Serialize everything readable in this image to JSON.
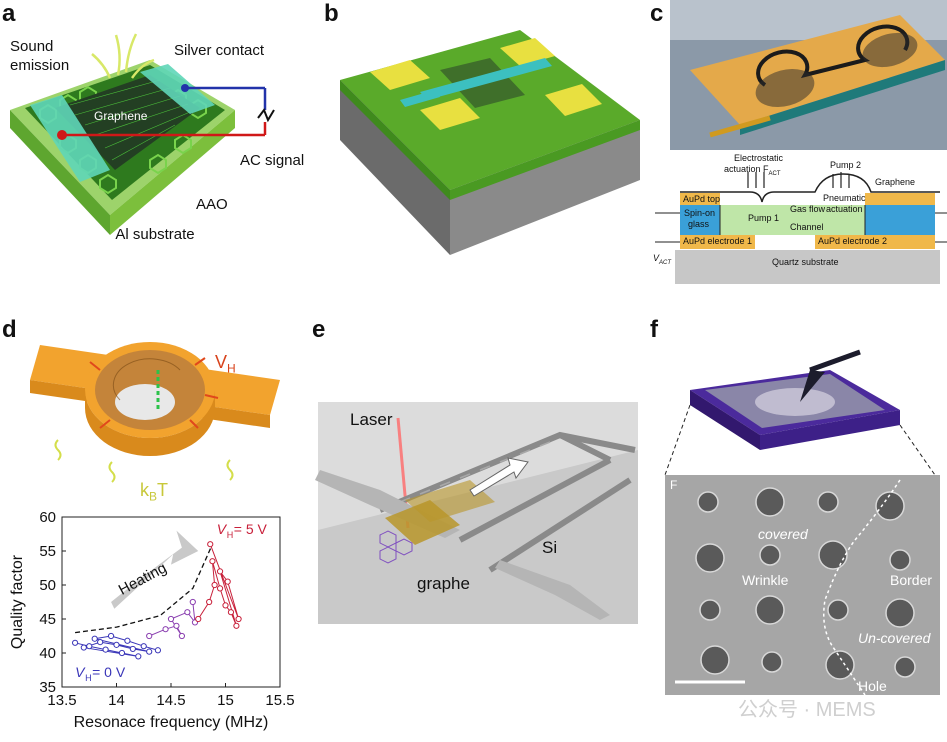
{
  "panel_labels": [
    "a",
    "b",
    "c",
    "d",
    "e",
    "f"
  ],
  "panel_a": {
    "sound_emission": "Sound emission",
    "silver_contact": "Silver contact",
    "graphene": "Graphene",
    "ac_signal": "AC signal",
    "aao": "AAO",
    "al_substrate": "Al substrate"
  },
  "panel_c": {
    "electrostatic": "Electrostatic",
    "actuation": "actuation F",
    "f_sub": "ACT",
    "pump2": "Pump 2",
    "graphene": "Graphene",
    "aupd_top": "AuPd top",
    "spin_on": "Spin-on",
    "glass": "glass",
    "pump1": "Pump 1",
    "gas_flow": "Gas flow",
    "channel": "Channel",
    "pneumatic": "Pneumatic",
    "pneu_actuation": "actuation",
    "electrode1": "AuPd electrode 1",
    "electrode2": "AuPd electrode 2",
    "vact": "V",
    "vact_sub": "ACT",
    "quartz": "Quartz substrate"
  },
  "panel_d": {
    "vh": "V",
    "vh_sub": "H",
    "kbt": "k",
    "kbt_sub": "B",
    "kbt_t": "T"
  },
  "chart_data": {
    "type": "line",
    "xlabel": "Resonace frequency (MHz)",
    "ylabel": "Quality factor",
    "xlim": [
      13.5,
      15.5
    ],
    "ylim": [
      35,
      60
    ],
    "xticks": [
      "13.5",
      "14",
      "14.5",
      "15",
      "15.5"
    ],
    "yticks": [
      "35",
      "40",
      "45",
      "50",
      "55",
      "60"
    ],
    "grid": false,
    "annotations": {
      "heating": "Heating",
      "vh_high": "V",
      "vh_high_sub": "H",
      "vh_high_val": " = 5 V",
      "vh_low": "V",
      "vh_low_sub": "H",
      "vh_low_val": " = 0 V"
    },
    "series": [
      {
        "color": "#3a36b8",
        "x": [
          13.62,
          13.75,
          13.9,
          14.05,
          14.2,
          13.7,
          13.85,
          14.0,
          14.15,
          14.3,
          13.8,
          13.95,
          14.1,
          14.25,
          14.38
        ],
        "y": [
          41.5,
          41.0,
          40.5,
          40.0,
          39.5,
          40.8,
          41.6,
          41.2,
          40.6,
          40.2,
          42.1,
          42.5,
          41.8,
          41.0,
          40.4
        ]
      },
      {
        "color": "#8a3fb0",
        "x": [
          14.3,
          14.45,
          14.55,
          14.6,
          14.5,
          14.65,
          14.72,
          14.7
        ],
        "y": [
          42.5,
          43.5,
          44.0,
          42.5,
          45.0,
          46.0,
          44.5,
          47.5
        ]
      },
      {
        "color": "#c8203a",
        "x": [
          14.75,
          14.85,
          14.9,
          14.88,
          14.95,
          15.0,
          15.05,
          15.1,
          14.95,
          15.02,
          15.12,
          14.86
        ],
        "y": [
          45.0,
          47.5,
          50.0,
          53.5,
          49.5,
          47.0,
          46.0,
          44.0,
          52.0,
          50.5,
          45.0,
          56.0
        ]
      }
    ],
    "trend": {
      "x": [
        13.62,
        14.0,
        14.4,
        14.7,
        14.88
      ],
      "y": [
        43.0,
        43.8,
        45.5,
        49.5,
        56.0
      ]
    }
  },
  "panel_e": {
    "laser": "Laser",
    "si": "Si",
    "graphe": "graphe"
  },
  "panel_f": {
    "f_letter": "F",
    "covered": "covered",
    "wrinkle": "Wrinkle",
    "border": "Border",
    "uncovered": "Un-covered",
    "hole": "Hole",
    "watermark": "公众号 · MEMS"
  },
  "colors": {
    "green_substrate": "#3fa02c",
    "gold": "#e8b13a",
    "orange_membrane": "#f0a030",
    "purple_chip": "#4b2a9c",
    "sem_gray": "#a6a6a6"
  }
}
